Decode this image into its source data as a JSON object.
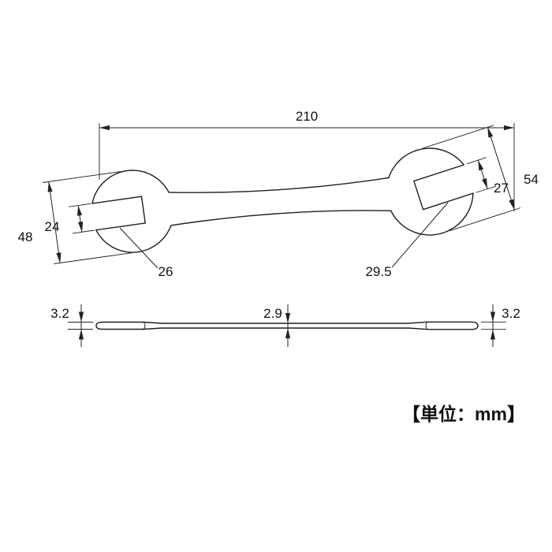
{
  "page": {
    "background": "#ffffff",
    "line_color": "#1f1f1f"
  },
  "drawing": {
    "unit_label": "【単位：mm】",
    "top_view": {
      "overall_length": "210",
      "left_head": {
        "width": "48",
        "opening": "24",
        "jaw_size": "26"
      },
      "right_head": {
        "width": "54",
        "opening": "27",
        "jaw_size": "29.5"
      }
    },
    "side_view": {
      "left_thickness": "3.2",
      "center_thickness": "2.9",
      "right_thickness": "3.2"
    }
  }
}
